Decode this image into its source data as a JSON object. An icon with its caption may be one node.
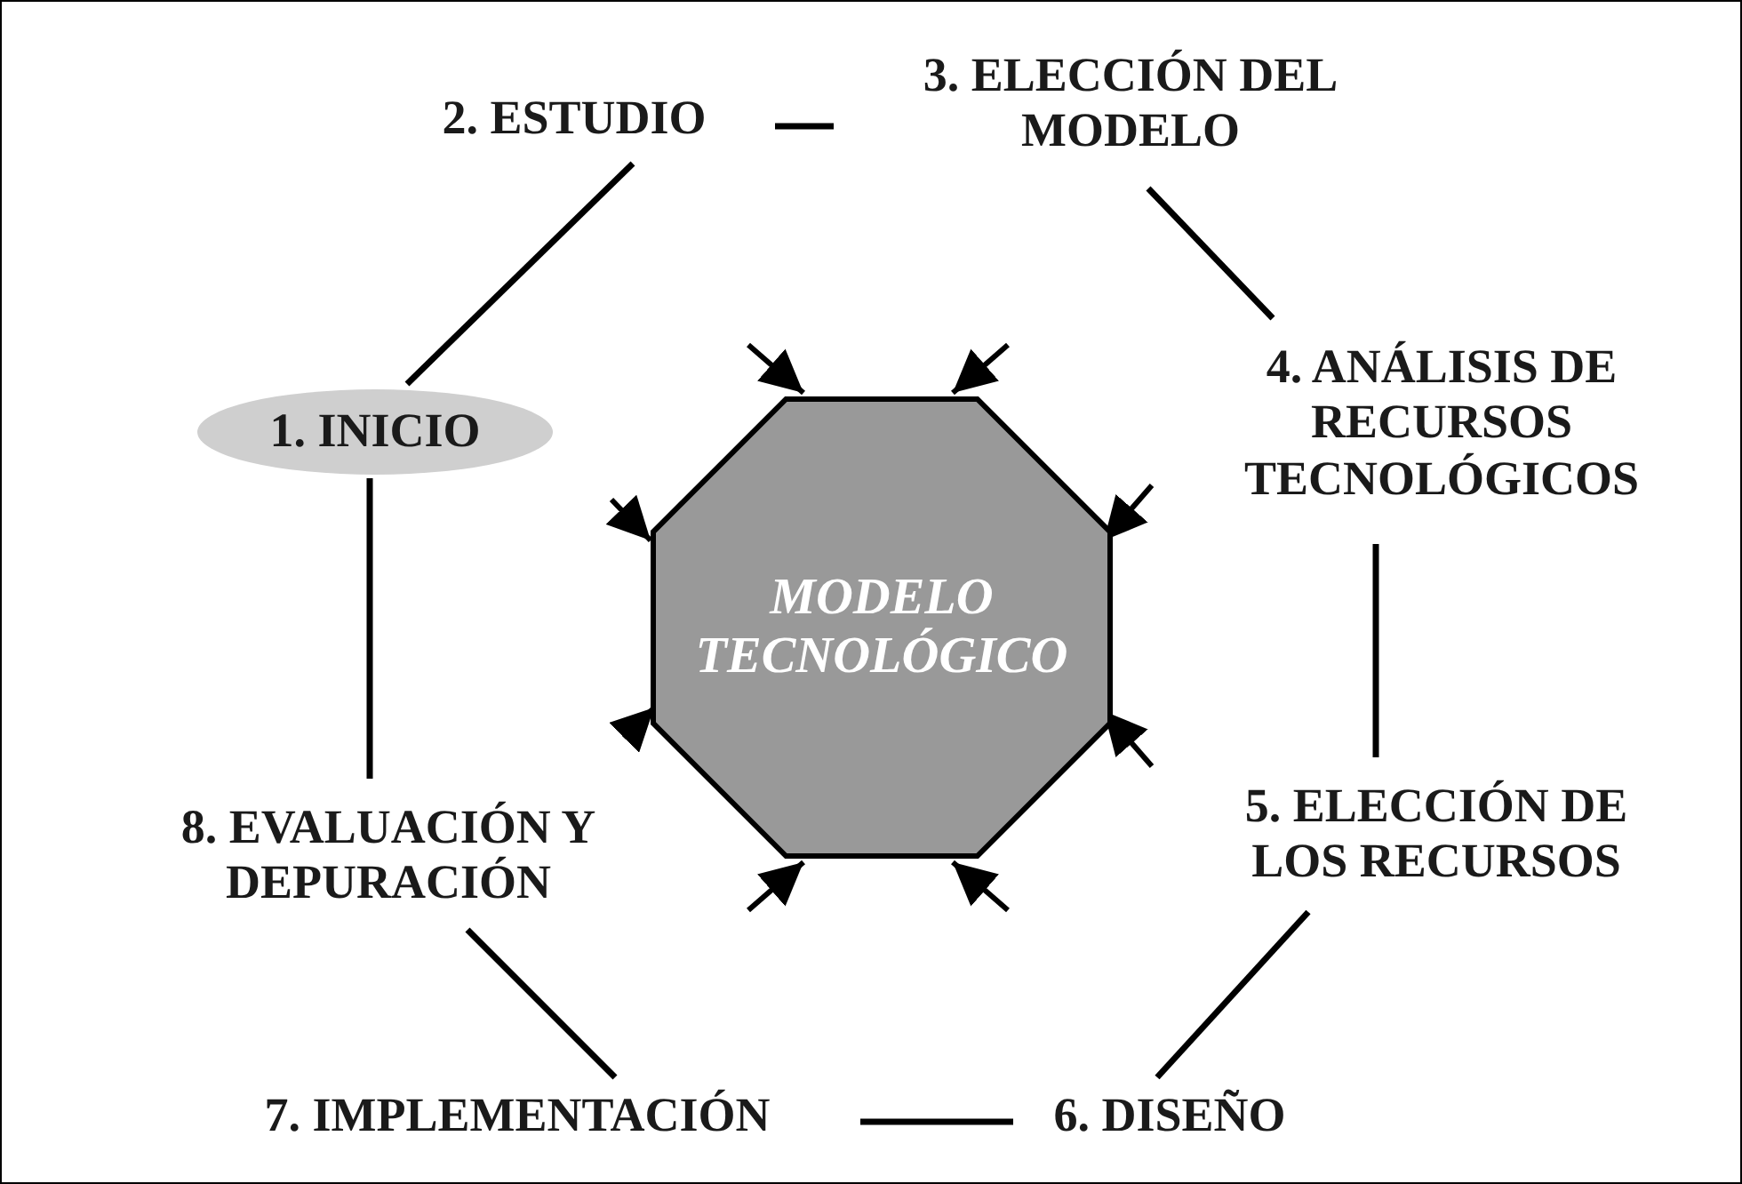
{
  "diagram": {
    "nodes": [
      {
        "text": [
          "1. INICIO"
        ]
      },
      {
        "text": [
          "2. ESTUDIO"
        ]
      },
      {
        "text": [
          "3. ELECCIÓN DEL MODELO"
        ]
      },
      {
        "text": [
          "4. ANÁLISIS DE RECURSOS TECNOLÓGICOS"
        ]
      },
      {
        "text": [
          "5. ELECCIÓN DE LOS RECURSOS"
        ]
      },
      {
        "text": [
          "6. DISEÑO"
        ]
      },
      {
        "text": [
          "7. IMPLEMENTACIÓN"
        ]
      },
      {
        "text": [
          "8. EVALUACIÓN Y DEPURACIÓN"
        ]
      },
      {
        "text": [
          "MODELO TECNOLÓGICO"
        ]
      }
    ],
    "edges": [
      {
        "from": 0,
        "to": 1,
        "arrow": "none"
      },
      {
        "from": 1,
        "to": 2,
        "arrow": "none"
      },
      {
        "from": 2,
        "to": 3,
        "arrow": "none"
      },
      {
        "from": 3,
        "to": 4,
        "arrow": "none"
      },
      {
        "from": 4,
        "to": 5,
        "arrow": "none"
      },
      {
        "from": 5,
        "to": 6,
        "arrow": "none"
      },
      {
        "from": 6,
        "to": 7,
        "arrow": "none"
      },
      {
        "from": 7,
        "to": 0,
        "arrow": "none"
      },
      {
        "from": null,
        "to": 8,
        "arrow": "to"
      },
      {
        "from": null,
        "to": 8,
        "arrow": "to"
      },
      {
        "from": null,
        "to": 8,
        "arrow": "to"
      },
      {
        "from": null,
        "to": 8,
        "arrow": "to"
      },
      {
        "from": null,
        "to": 8,
        "arrow": "to"
      },
      {
        "from": null,
        "to": 8,
        "arrow": "to"
      },
      {
        "from": null,
        "to": 8,
        "arrow": "to"
      },
      {
        "from": null,
        "to": 8,
        "arrow": "to"
      }
    ]
  }
}
